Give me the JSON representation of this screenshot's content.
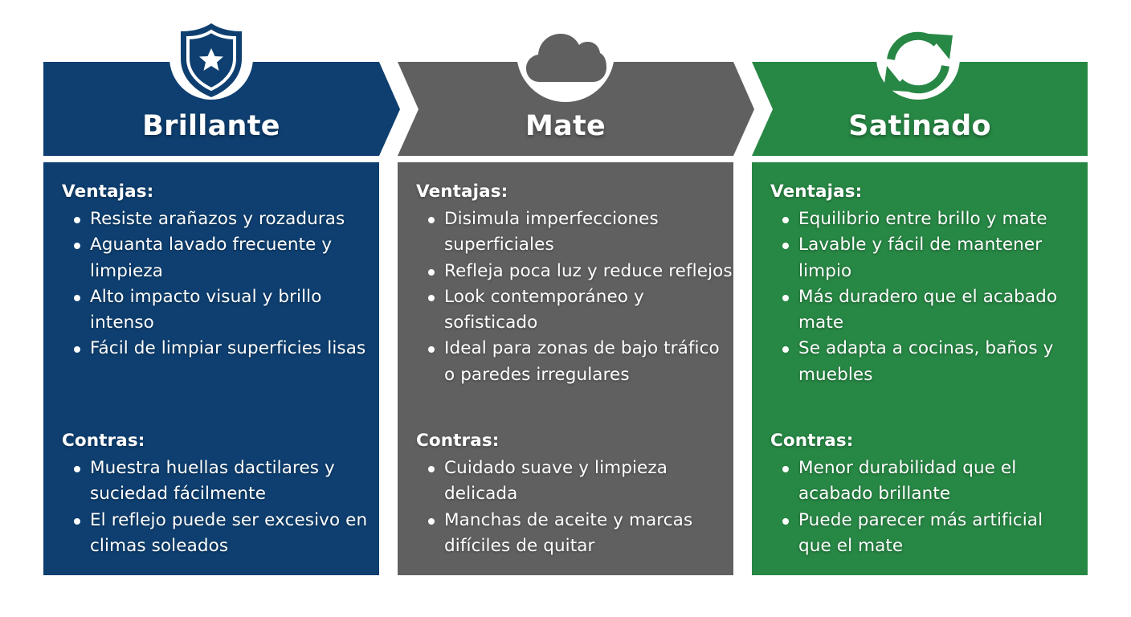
{
  "colors": {
    "brillante": "#0e3f70",
    "mate": "#606060",
    "satinado": "#278744",
    "background": "#ffffff",
    "text": "#ffffff"
  },
  "columns": [
    {
      "id": "brillante",
      "title": "Brillante",
      "icon": "shield-star-icon",
      "ventajas_label": "Ventajas:",
      "ventajas": [
        "Resiste arañazos y rozaduras",
        "Aguanta lavado frecuente y limpieza",
        "Alto impacto visual y brillo intenso",
        "Fácil de limpiar superficies lisas"
      ],
      "contras_label": "Contras:",
      "contras": [
        "Muestra huellas dactilares y suciedad fácilmente",
        "El reflejo puede ser excesivo en climas soleados"
      ]
    },
    {
      "id": "mate",
      "title": "Mate",
      "icon": "cloud-icon",
      "ventajas_label": "Ventajas:",
      "ventajas": [
        "Disimula imperfecciones superficiales",
        "Refleja poca luz y reduce reflejos",
        "Look contemporáneo y sofisticado",
        "Ideal para zonas de bajo tráfico o paredes irregulares"
      ],
      "contras_label": "Contras:",
      "contras": [
        "Cuidado suave y limpieza delicada",
        "Manchas de aceite y marcas difíciles de quitar"
      ]
    },
    {
      "id": "satinado",
      "title": "Satinado",
      "icon": "refresh-icon",
      "ventajas_label": "Ventajas:",
      "ventajas": [
        "Equilibrio entre brillo y mate",
        "Lavable y fácil de mantener limpio",
        "Más duradero que el acabado mate",
        "Se adapta a cocinas, baños y muebles"
      ],
      "contras_label": "Contras:",
      "contras": [
        "Menor durabilidad que el acabado brillante",
        "Puede parecer más artificial que el mate"
      ]
    }
  ]
}
